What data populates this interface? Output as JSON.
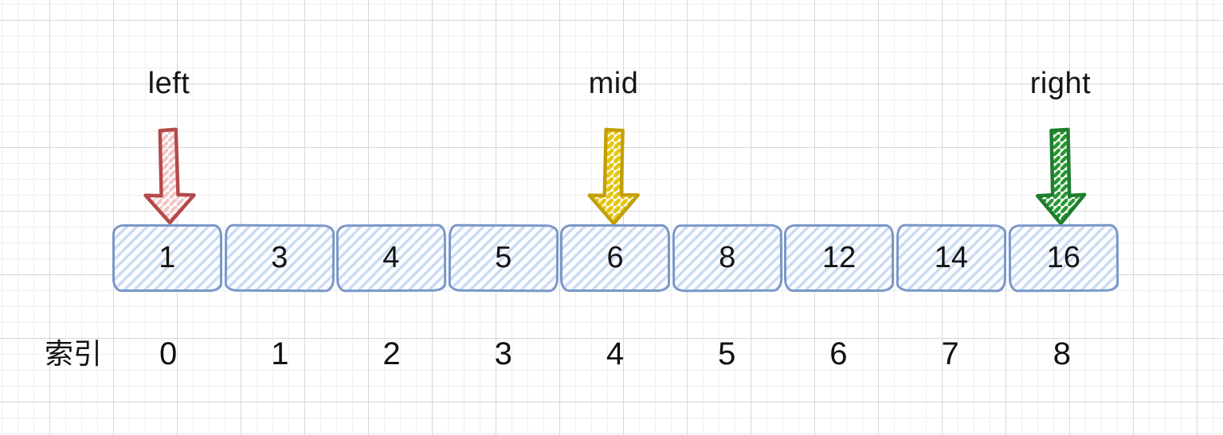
{
  "pointers": [
    {
      "label": "left",
      "color": "#b5494a",
      "hatch_color": "#f2c4c3",
      "points_to_index": 0
    },
    {
      "label": "mid",
      "color": "#c3a008",
      "hatch_color": "#e4c60e",
      "points_to_index": 4
    },
    {
      "label": "right",
      "color": "#1f7d2c",
      "hatch_color": "#279630",
      "points_to_index": 8
    }
  ],
  "array": {
    "values": [
      "1",
      "3",
      "4",
      "5",
      "6",
      "8",
      "12",
      "14",
      "16"
    ],
    "box_border_color": "#7a97c9",
    "box_hatch_color": "#ccdbf3"
  },
  "index_row": {
    "label": "索引",
    "indices": [
      "0",
      "1",
      "2",
      "3",
      "4",
      "5",
      "6",
      "7",
      "8"
    ]
  }
}
